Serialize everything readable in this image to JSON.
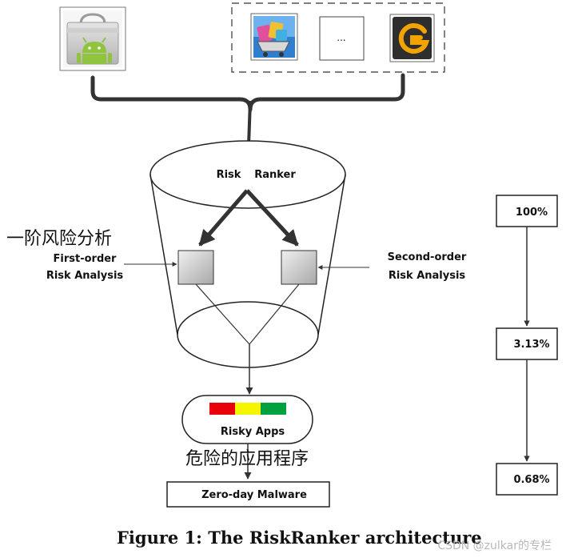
{
  "app_stores": {
    "ellipsis": "..."
  },
  "ranker": {
    "title_part1": "Risk",
    "title_part2": "Ranker"
  },
  "first_order": {
    "chinese_label": "一阶风险分析",
    "line1": "First-order",
    "line2": "Risk Analysis"
  },
  "second_order": {
    "line1": "Second-order",
    "line2": "Risk Analysis"
  },
  "risky_apps": {
    "label": "Risky Apps",
    "chinese_label": "危险的应用程序",
    "color_bar": [
      "#e8000b",
      "#f5f500",
      "#00a13e"
    ]
  },
  "zero_day": {
    "label": "Zero-day Malware"
  },
  "percentages": [
    "100%",
    "3.13%",
    "0.68%"
  ],
  "caption": "Figure 1: The RiskRanker architecture",
  "watermark": "CSDN @zulkar的专栏"
}
